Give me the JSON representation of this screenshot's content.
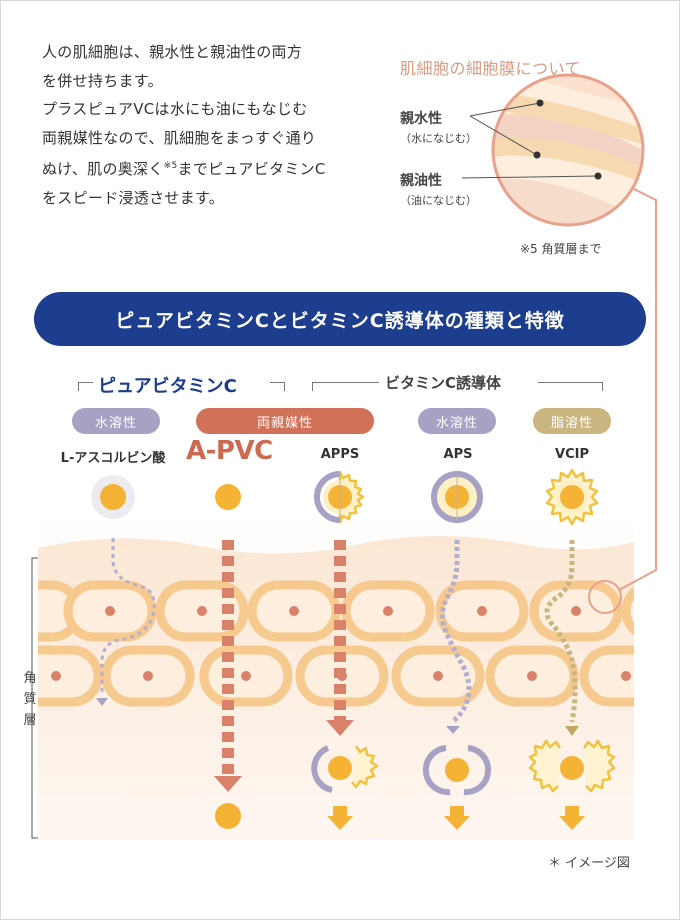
{
  "intro": {
    "lines": [
      "人の肌細胞は、親水性と親油性の両方",
      "を併せ持ちます。",
      "プラスピュアVCは水にも油にもなじむ",
      "両親媒性なので、肌細胞をまっすぐ通り",
      "ぬけ、肌の奥深く",
      "までピュアビタミンC",
      "をスピード浸透させます。"
    ],
    "footnote_mark": "※5"
  },
  "membrane_detail": {
    "title": "肌細胞の細胞膜について",
    "hydrophilic": {
      "label": "親水性",
      "sub": "（水になじむ）"
    },
    "lipophilic": {
      "label": "親油性",
      "sub": "（油になじむ）"
    },
    "footnote": "※5 角質層まで"
  },
  "banner": "ピュアビタミンCとビタミンC誘導体の種類と特徴",
  "groups": {
    "pure": "ピュアビタミンC",
    "derivative": "ビタミンC誘導体"
  },
  "pills": [
    "水溶性",
    "両親媒性",
    "水溶性",
    "脂溶性"
  ],
  "pill_colors": {
    "water": "#a7a2c4",
    "amphiphilic": "#d07158",
    "oil": "#c9b57f"
  },
  "columns": [
    "L-アスコルビン酸",
    "A-PVC",
    "APPS",
    "APS",
    "VCIP"
  ],
  "skin_layer_label": [
    "角",
    "質",
    "層"
  ],
  "image_note": "＊ イメージ図",
  "colors": {
    "navy": "#1d3d8e",
    "skin_bg": "#fbe8d7",
    "cell_border": "#f6c98f",
    "vitamin_core": "#f5b335",
    "arrow": "#f5b335"
  }
}
